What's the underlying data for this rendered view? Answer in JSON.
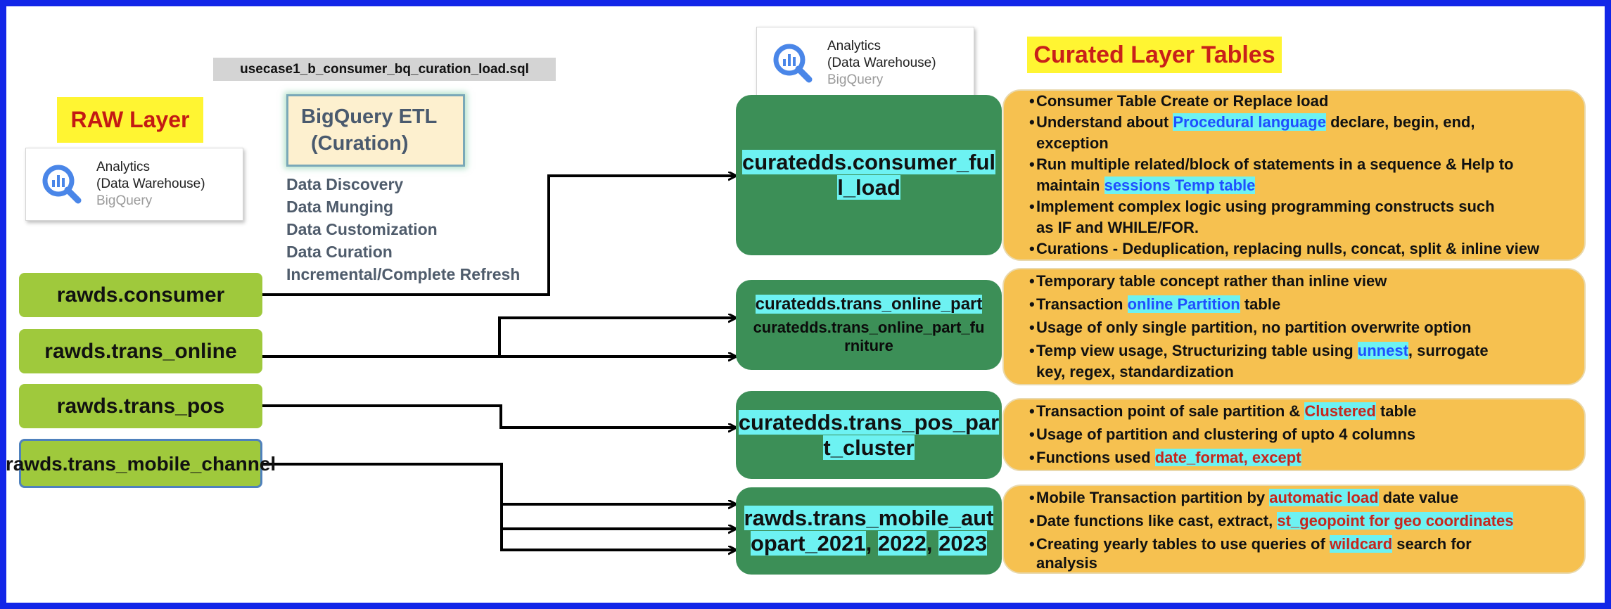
{
  "sql_file": "usecase1_b_consumer_bq_curation_load.sql",
  "raw_layer_title": "RAW Layer",
  "curated_title": "Curated Layer Tables",
  "bq_card": {
    "line1": "Analytics",
    "line2": "(Data Warehouse)",
    "line3": "BigQuery"
  },
  "etl": {
    "line1": "BigQuery ETL",
    "line2": "(Curation)"
  },
  "etl_steps": [
    "Data Discovery",
    "Data Munging",
    "Data Customization",
    "Data Curation",
    "Incremental/Complete Refresh"
  ],
  "raw_tables": [
    "rawds.consumer",
    "rawds.trans_online",
    "rawds.trans_pos",
    "rawds.trans_mobile_channel"
  ],
  "curated": {
    "consumer": {
      "l1": "curatedds.consumer_ful",
      "l2": "l_load"
    },
    "online": {
      "part": "curatedds.trans_online_part",
      "furn1": "curatedds.trans_online_part_fu",
      "furn2": "rniture"
    },
    "pos": {
      "l1": "curatedds.trans_pos_par",
      "l2": "t_cluster"
    },
    "mobile": {
      "l1": "rawds.trans_mobile_aut",
      "l2a": "opart_2021",
      "sep1": ", ",
      "l2b": "2022",
      "sep2": ", ",
      "l2c": "2023"
    }
  },
  "desc1": {
    "b1": "Consumer Table Create or Replace load",
    "b2a": "Understand about ",
    "b2h": "Procedural language",
    "b2b": " declare, begin, end,",
    "b2c": "exception",
    "b3a": "Run multiple related/block of statements in a sequence & Help to",
    "b3b": "maintain ",
    "b3h": "sessions Temp table",
    "b4a": "Implement complex logic using programming constructs such",
    "b4b": "as IF and WHILE/FOR.",
    "b5": "Curations - Deduplication, replacing nulls, concat, split & inline view"
  },
  "desc2": {
    "b1": "Temporary table concept rather than inline view",
    "b2a": "Transaction ",
    "b2h": "online Partition",
    "b2b": " table",
    "b3": "Usage of only single partition, no partition overwrite option",
    "b4a": "Temp view usage, Structurizing table using ",
    "b4h": "unnest",
    "b4b": ", surrogate",
    "b4c": "key,  regex, standardization"
  },
  "desc3": {
    "b1a": "Transaction point of sale partition & ",
    "b1h": "Clustered",
    "b1b": " table",
    "b2": "Usage of partition and clustering of upto 4 columns",
    "b3a": "Functions used ",
    "b3h": "date_format, except"
  },
  "desc4": {
    "b1a": "Mobile Transaction partition by ",
    "b1h": "automatic load",
    "b1b": " date value",
    "b2a": "Date functions like cast, extract, ",
    "b2h": "st_geopoint for geo coordinates",
    "b3a": "Creating yearly tables to use queries of ",
    "b3h": "wildcard",
    "b3b": " search for",
    "b3c": "analysis"
  }
}
